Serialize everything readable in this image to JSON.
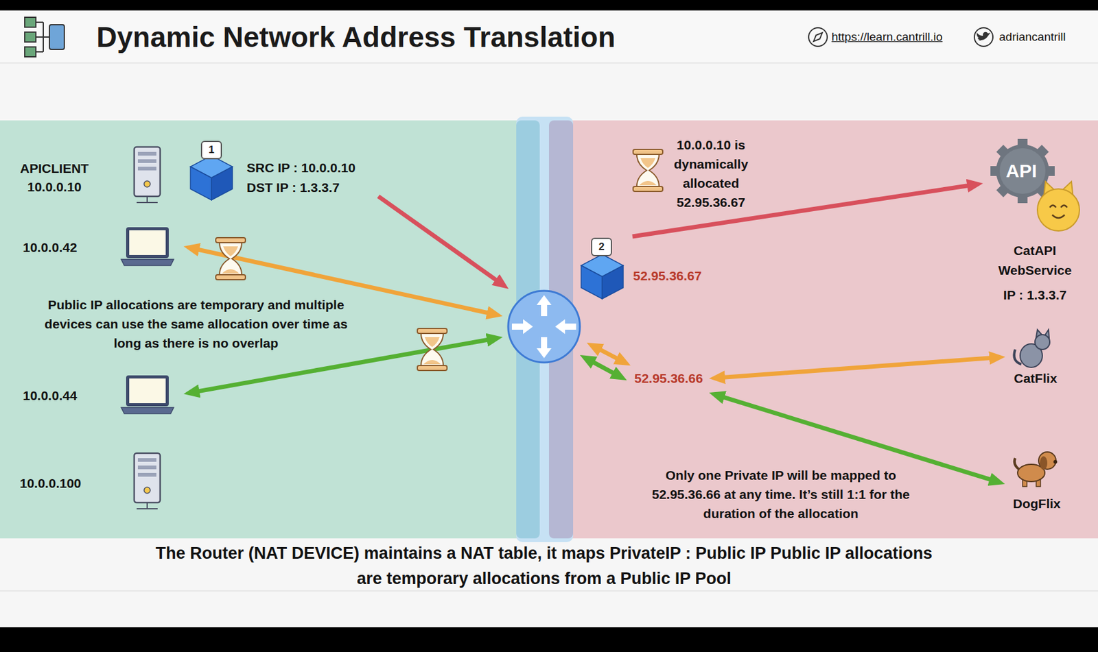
{
  "diagram": {
    "title": "Dynamic Network Address Translation",
    "caption": "The Router (NAT DEVICE) maintains a NAT table, it maps PrivateIP : Public IP Public IP allocations are temporary allocations from a Public IP Pool",
    "nodes": [
      {
        "text": [
          "APICLIENT 10.0.0.10"
        ]
      },
      {
        "text": [
          "1",
          "SRC IP : 10.0.0.10",
          "DST IP : 1.3.3.7"
        ]
      },
      {
        "text": [
          "10.0.0.42"
        ]
      },
      {
        "text": [
          "10.0.0.44"
        ]
      },
      {
        "text": [
          "10.0.0.100"
        ]
      },
      {
        "text": [
          "2",
          "52.95.36.67"
        ]
      },
      {
        "text": [
          "52.95.36.66"
        ]
      },
      {
        "text": [
          "API",
          "CatAPI WebService",
          "IP : 1.3.3.7"
        ]
      },
      {
        "text": [
          "CatFlix"
        ]
      },
      {
        "text": [
          "DogFlix"
        ]
      }
    ],
    "edges": [
      {
        "from": 5,
        "to": 7,
        "arrow": "to"
      },
      {
        "from": 6,
        "to": 8,
        "arrow": "both"
      },
      {
        "from": 6,
        "to": 9,
        "arrow": "both"
      }
    ],
    "labels": [
      "https://learn.cantrill.io",
      "adriancantrill",
      "10.0.0.10 is dynamically allocated 52.95.36.67",
      "Public IP allocations are temporary and multiple devices can use the same allocation over time as long as there is no overlap",
      "Only one Private IP will be mapped to 52.95.36.66 at any time. It’s still 1:1 for the duration of the allocation"
    ]
  }
}
